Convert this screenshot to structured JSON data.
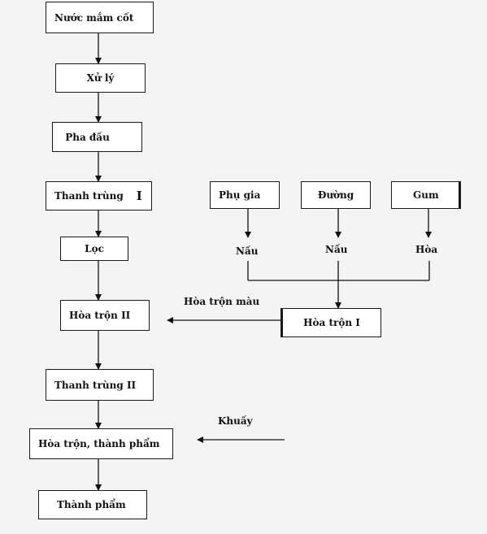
{
  "main_flow": {
    "nuoc_mam_cot": "Nước mắm cốt",
    "xu_ly": "Xử lý",
    "pha_dau": "Pha đấu",
    "thanh_trung_1": "Thanh trùng",
    "thanh_trung_1_numeral": "I",
    "loc": "Lọc",
    "hoa_tron_2": "Hòa trộn II",
    "thanh_trung_2": "Thanh trùng  II",
    "hoa_tron_thanh_pham": "Hòa trộn, thành phẩm",
    "thanh_pham": "Thành phẩm"
  },
  "side_flow": {
    "phu_gia": "Phụ gia",
    "duong": "Đường",
    "gum": "Gum",
    "nau_1": "Nấu",
    "nau_2": "Nấu",
    "hoa": "Hòa",
    "hoa_tron_1": "Hòa trộn I",
    "hoa_tron_mau": "Hòa trộn màu",
    "khuay": "Khuấy"
  }
}
